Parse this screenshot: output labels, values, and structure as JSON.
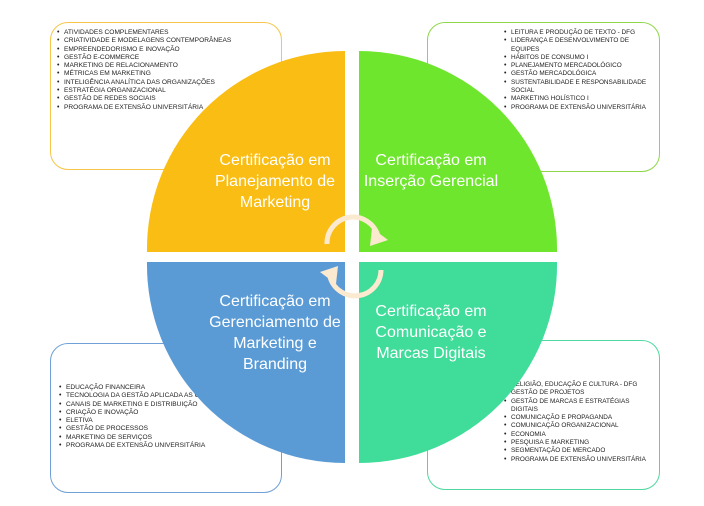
{
  "quadrants": {
    "top_left": {
      "title": "Certificação em Planejamento de Marketing",
      "color": "#f9bd13",
      "items": [
        "Atividades Complementares",
        "Criatividade e Modelagens Contemporâneas",
        "Empreendedorismo e Inovação",
        "Gestão e-Commerce",
        "Marketing de Relacionamento",
        "Métricas em Marketing",
        "Inteligência Analítica das Organizações",
        "Estratégia Organizacional",
        "Gestão de Redes Sociais",
        "Programa de Extensão Universitária"
      ]
    },
    "top_right": {
      "title": "Certificação em Inserção Gerencial",
      "color": "#6fe62e",
      "items": [
        "Leitura e Produção de Texto - DFG",
        "Liderança e Desenvolvimento de Equipes",
        "Hábitos de Consumo I",
        "Planejamento Mercadológico",
        "Gestão Mercadológica",
        "Sustentabilidade e Responsabilidade Social",
        "Marketing Holístico I",
        "Programa de Extensão Universitária"
      ]
    },
    "bottom_left": {
      "title": "Certificação em Gerenciamento de Marketing e Branding",
      "color": "#5b9bd5",
      "items": [
        "Educação Financeira",
        "Tecnologia da Gestão Aplicada as Organizações",
        "Canais de Marketing e Distribuição",
        "Criação e Inovação",
        "Eletiva",
        "Gestão de Processos",
        "Marketing de Serviços",
        "Programa de Extensão Universitária"
      ]
    },
    "bottom_right": {
      "title": "Certificação em Comunicação e Marcas Digitais",
      "color": "#3fdc9a",
      "items": [
        "Religião, Educação e Cultura - DFG",
        "Gestão de Projetos",
        "Gestão de Marcas e Estratégias Digitais",
        "Comunicação e Propaganda",
        "Comunicação Organizacional",
        "Economia",
        "Pesquisa e Marketing",
        "Segmentação de Mercado",
        "Programa de Extensão Universitária"
      ]
    }
  },
  "icons": {
    "center": "cycle-arrows-icon"
  }
}
